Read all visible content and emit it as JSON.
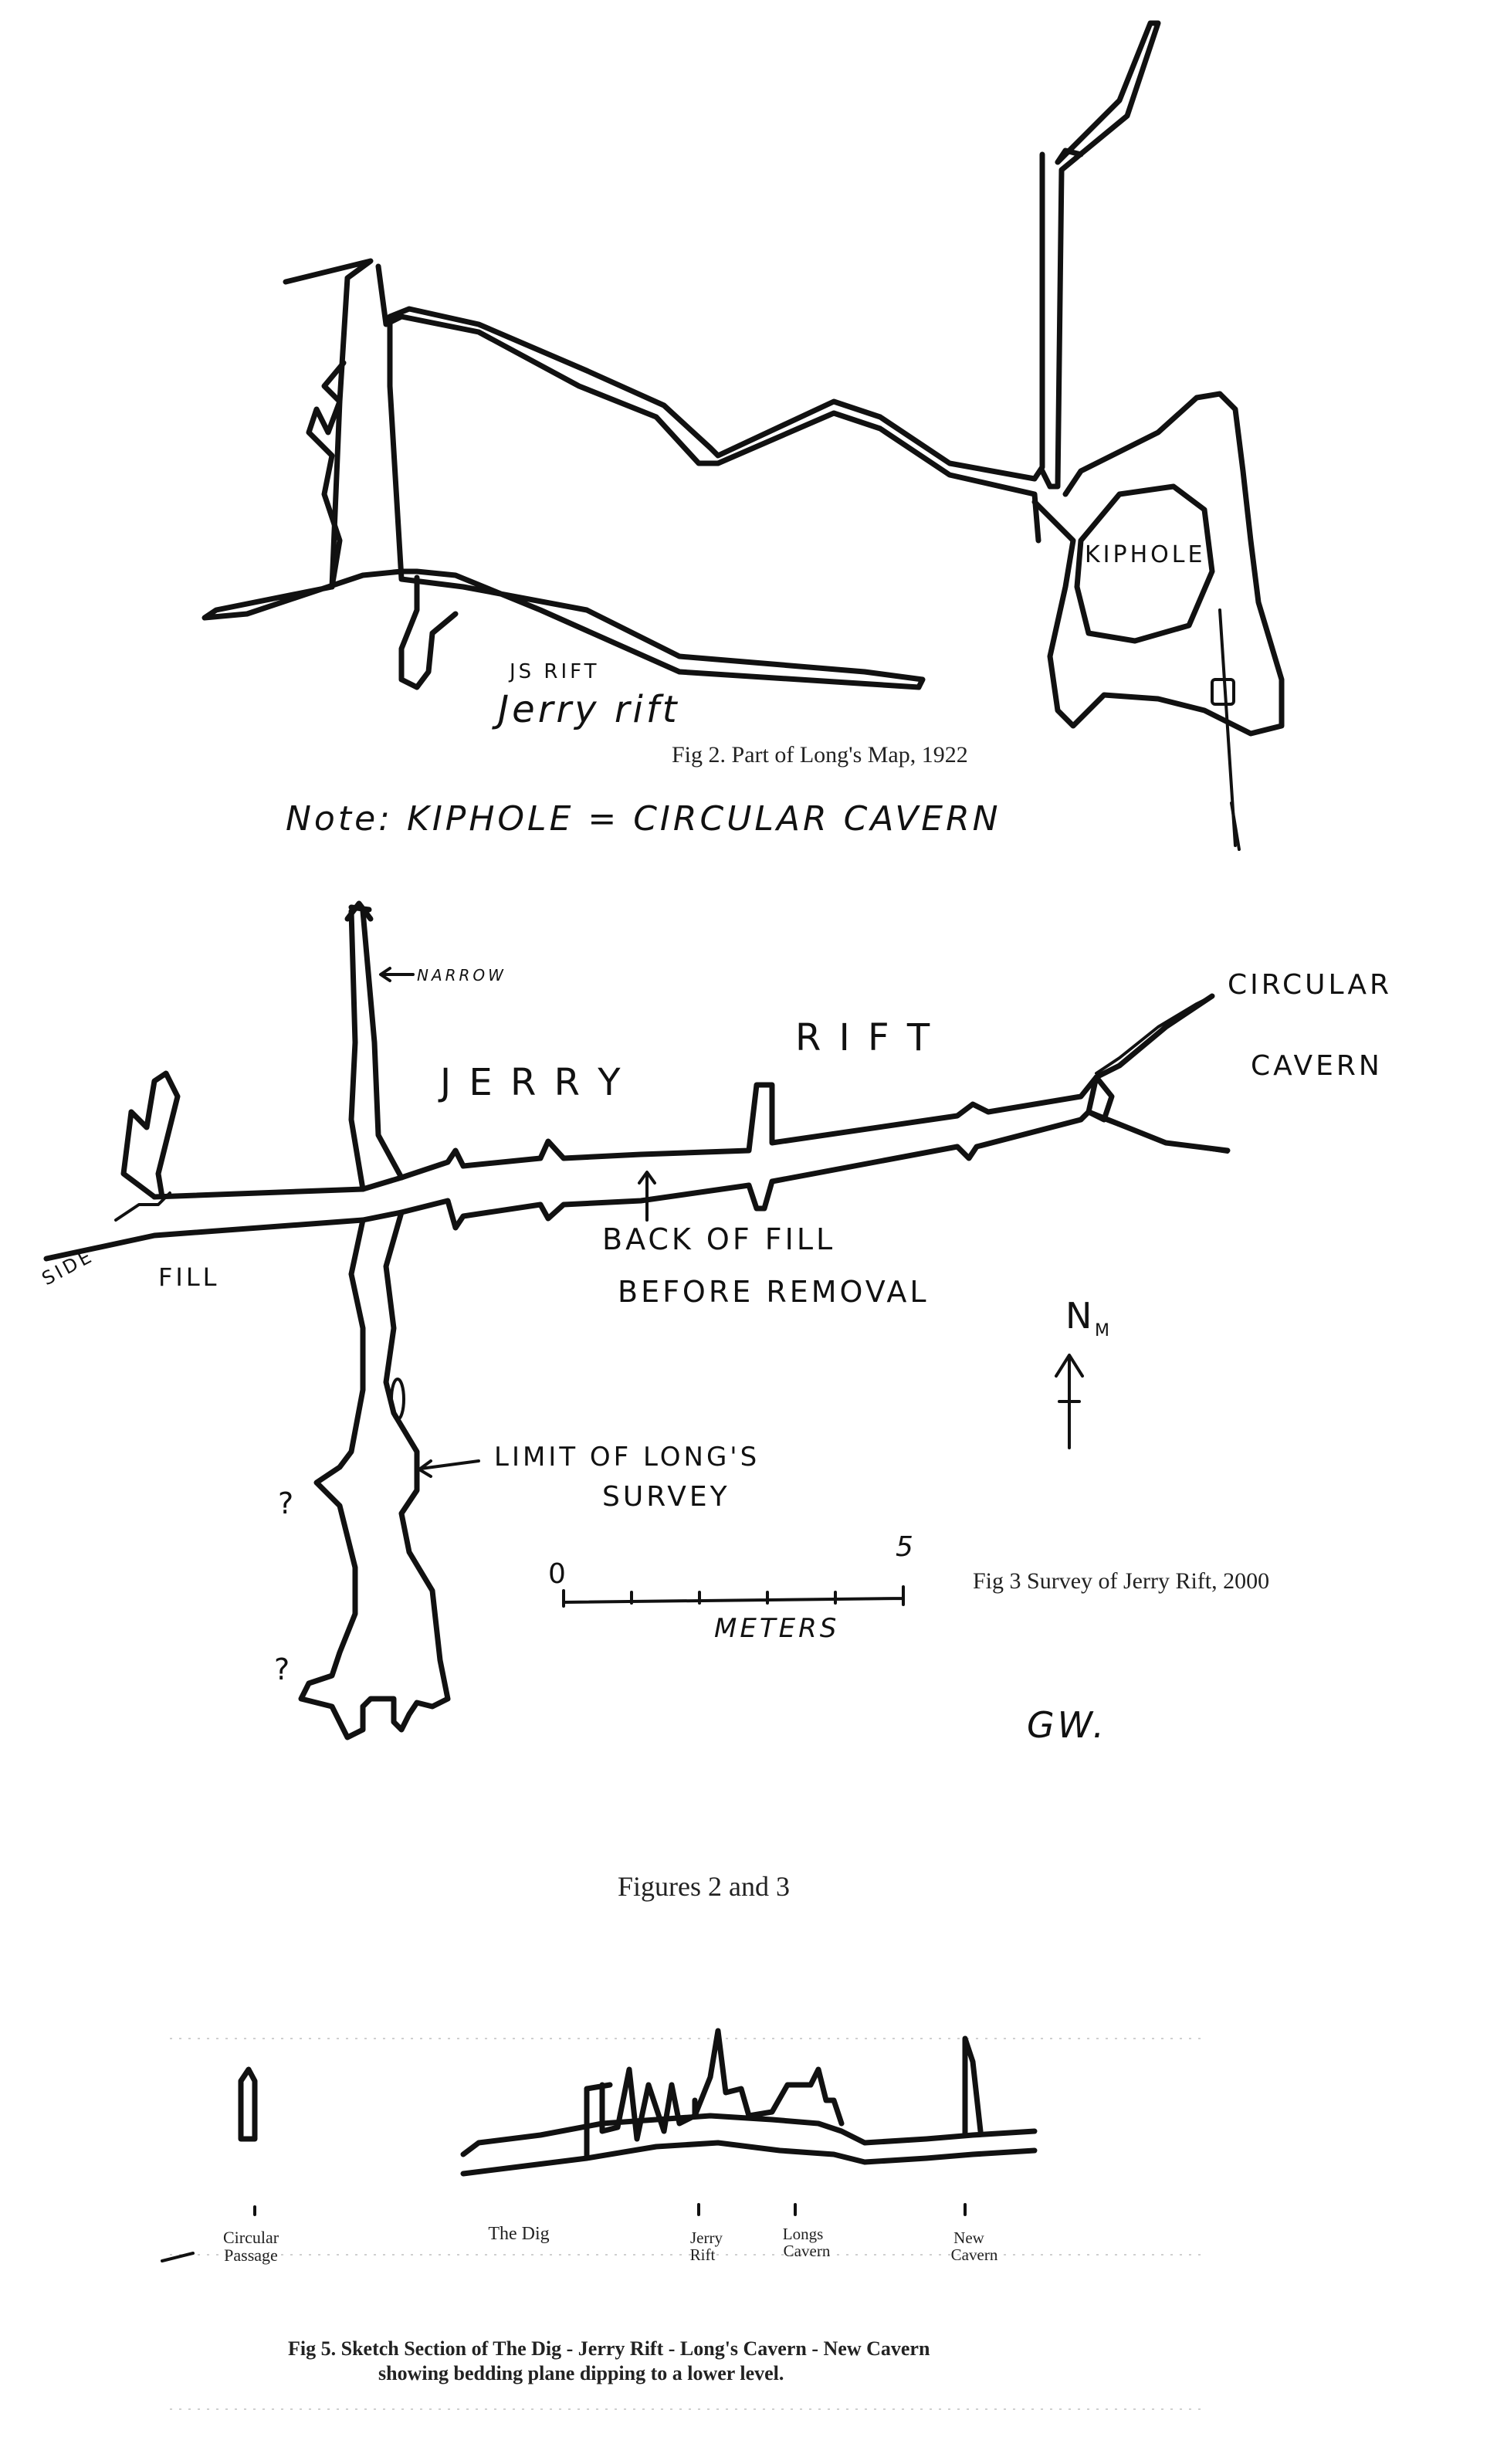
{
  "fig2": {
    "caption": "Fig 2.  Part of Long's Map, 1922",
    "note": "Note:  KIPHOLE = CIRCULAR CAVERN",
    "labels": {
      "kiphole": "KIPHOLE",
      "js_rift": "JS RIFT",
      "jerry_rift": "Jerry rift"
    }
  },
  "fig3": {
    "caption": "Fig 3   Survey of Jerry Rift, 2000",
    "labels": {
      "narrow": "NARROW",
      "jerry": "J E R R Y",
      "rift": "R I F T",
      "circular": "CIRCULAR",
      "cavern": "CAVERN",
      "back_of_fill_1": "BACK OF FILL",
      "back_of_fill_2": "BEFORE REMOVAL",
      "fill": "FILL",
      "limit_1": "LIMIT OF LONG'S",
      "limit_2": "SURVEY",
      "north": "N",
      "north_sub": "M",
      "question": "?",
      "initials": "GW.",
      "side_passage": "SIDE"
    },
    "scale": {
      "start": "0",
      "end": "5",
      "unit": "METERS"
    }
  },
  "figures_caption": "Figures 2 and 3",
  "fig5": {
    "caption_1": "Fig 5.  Sketch Section of The Dig - Jerry Rift - Long's Cavern - New Cavern",
    "caption_2": "showing bedding plane dipping to a lower level.",
    "labels": {
      "circular_1": "Circular",
      "circular_2": "Passage",
      "dig": "The Dig",
      "jerry_1": "Jerry",
      "jerry_2": "Rift",
      "longs_1": "Longs",
      "longs_2": "Cavern",
      "new_1": "New",
      "new_2": "Cavern"
    }
  }
}
